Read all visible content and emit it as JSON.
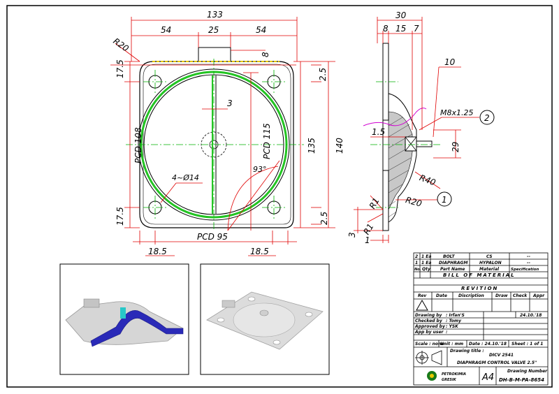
{
  "front_view": {
    "dim_overall_width": "133",
    "dim_left": "54",
    "dim_center": "25",
    "dim_right": "54",
    "dim_r20": "R20",
    "dim_8": "8",
    "dim_top_17_5": "17.5",
    "dim_bot_17_5": "17.5",
    "dim_2_5_top": "2.5",
    "dim_2_5_bot": "2.5",
    "dim_pcd108": "PCD 108",
    "dim_pcd115": "PCD 115",
    "dim_135": "135",
    "dim_140": "140",
    "dim_3": "3",
    "dim_holes": "4~Ø14",
    "dim_93": "93°",
    "dim_pcd95": "PCD 95",
    "dim_18_5_left": "18.5",
    "dim_18_5_right": "18.5"
  },
  "side_view": {
    "dim_30": "30",
    "dim_8": "8",
    "dim_15": "15",
    "dim_7": "7",
    "dim_10": "10",
    "dim_thread": "M8x1.25",
    "balloon_2": "2",
    "dim_1_5": "1.5",
    "dim_29": "29",
    "dim_r40": "R40",
    "balloon_1": "1",
    "dim_r1_top": "R1",
    "dim_r20": "R20",
    "dim_r1_bot": "R1",
    "dim_3": "3",
    "dim_1": "1"
  },
  "bom": {
    "rows": [
      {
        "no": "2",
        "qty": "1 Ea",
        "name": "BOLT",
        "material": "CS",
        "spec": "--"
      },
      {
        "no": "1",
        "qty": "1 Ea",
        "name": "DIAPHRAGM",
        "material": "HYPALON",
        "spec": "--"
      }
    ],
    "headers": {
      "no": "No.",
      "qty": "Qty",
      "name": "Part Name",
      "material": "Material",
      "spec": "Specification"
    },
    "title": "BILL OF MATERIAL"
  },
  "revision": {
    "title": "REVITION",
    "headers": [
      "Rev",
      "Date",
      "Discription",
      "Draw",
      "Check",
      "Appr"
    ]
  },
  "title_block": {
    "drawing_by_label": "Drawing by",
    "drawing_by_value": ": Irfan'S",
    "drawing_date": "24.10.'18",
    "checked_by_label": "Checked by",
    "checked_by_value": ": Tomy",
    "approved_by_label": "Approved by",
    "approved_by_value": ": YSK",
    "app_user_label": "App by user",
    "app_user_value": ":",
    "scale": "Scale : none",
    "unit": "Unit : mm",
    "date": "Date : 24.10.'18",
    "sheet": "Sheet : 1 of 1",
    "drawing_title_label": "Drawing title :",
    "drawing_title_code": "DICV 2541",
    "drawing_title_text": "DIAPHRAGM CONTROL VALVE 2.5\"",
    "company_line1": "PETROKIMIA",
    "company_line2": "GRESIK",
    "paper_size": "A4",
    "drawing_number_label": "Drawing Number",
    "drawing_number": "DH-B-M-PA-8654"
  }
}
